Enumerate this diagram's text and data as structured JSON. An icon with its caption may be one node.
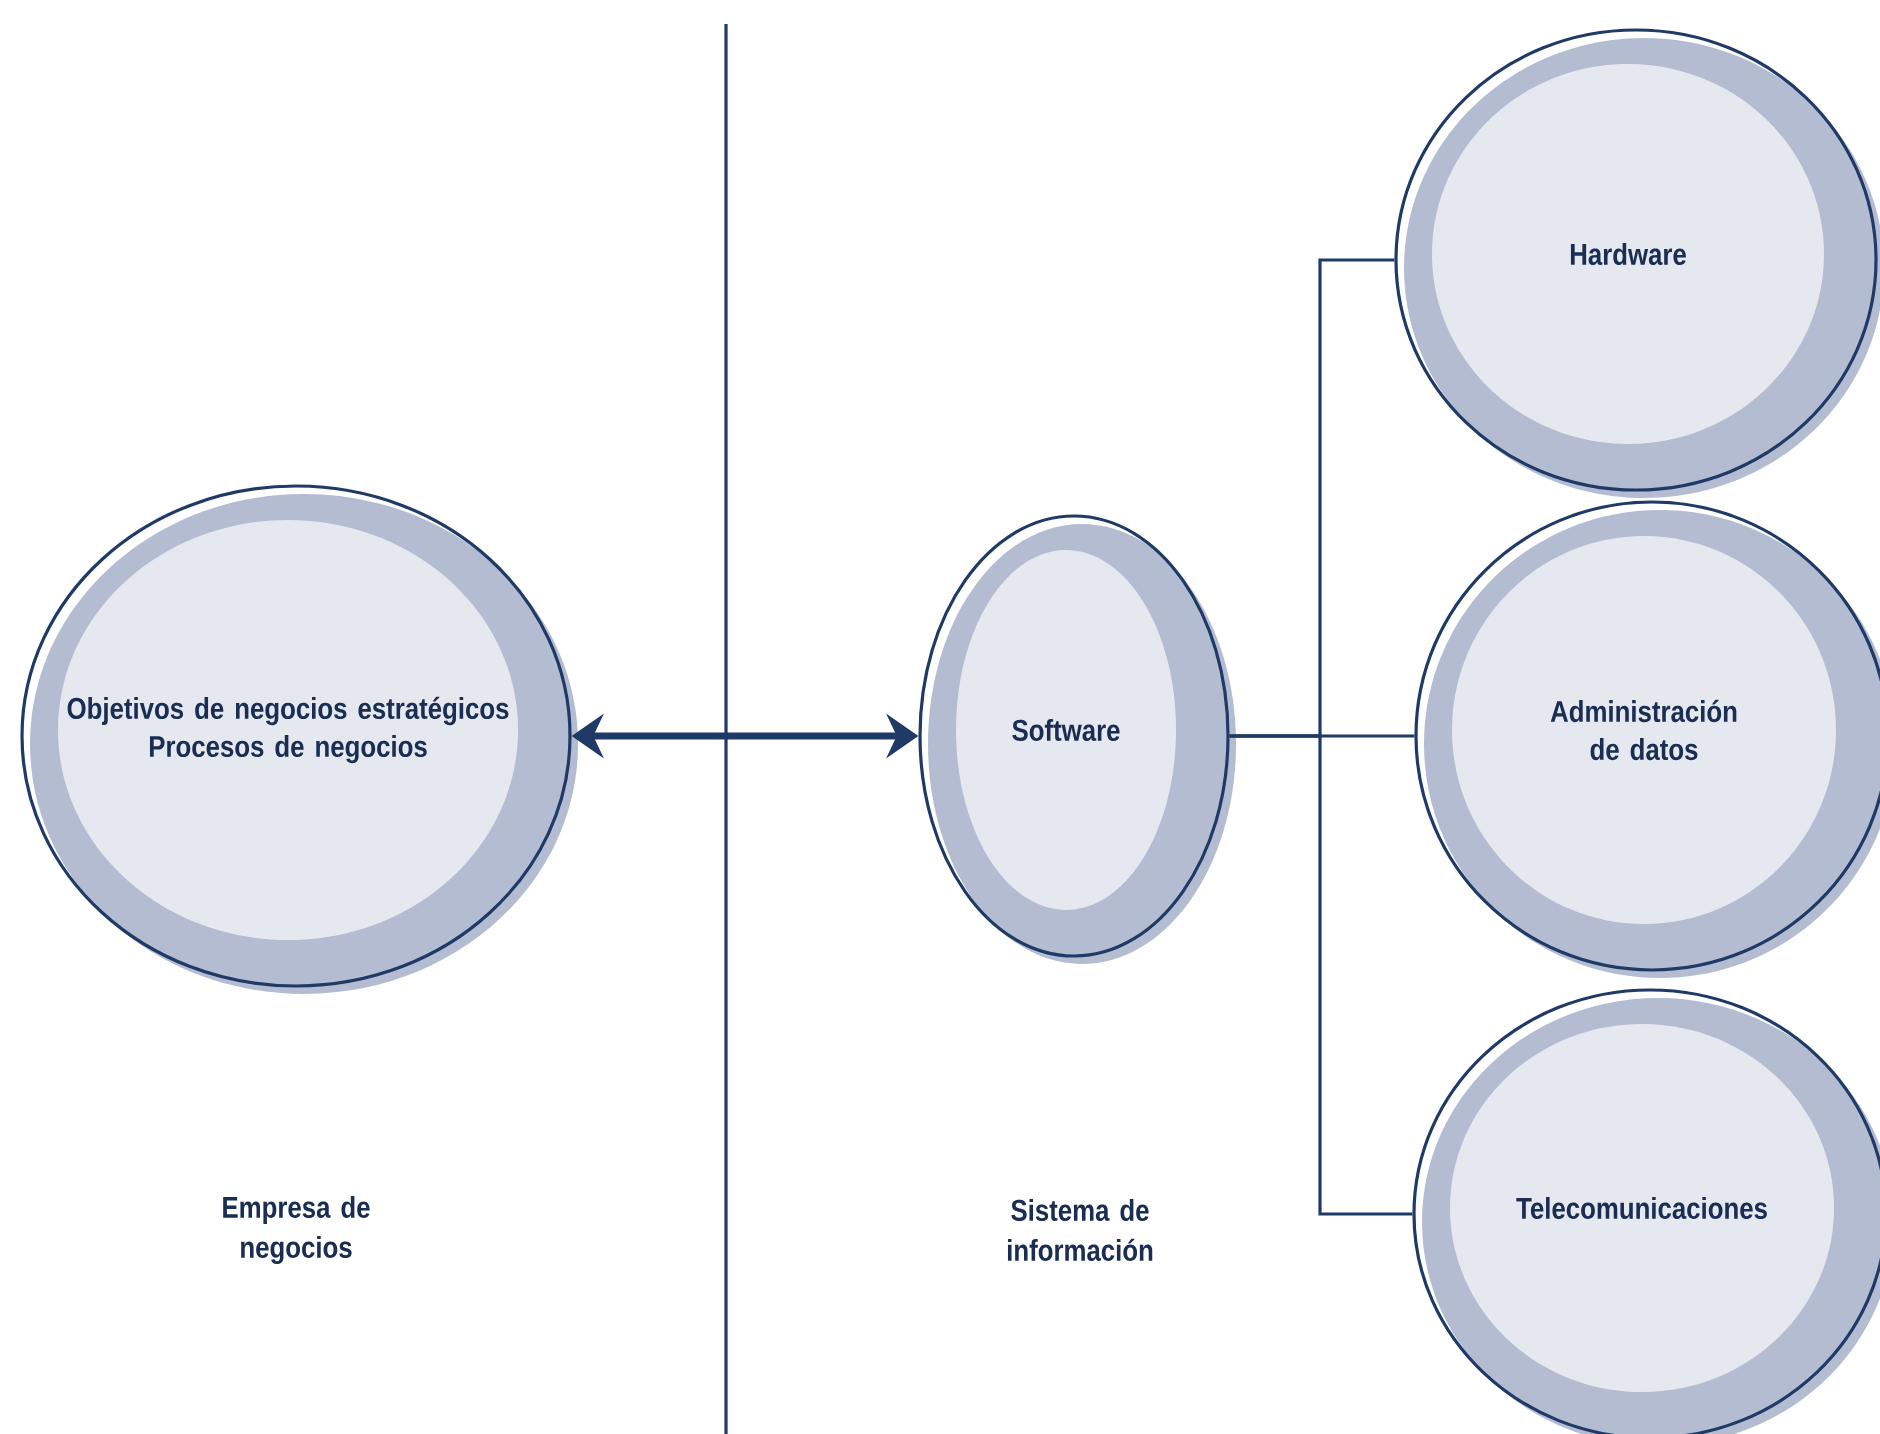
{
  "diagram": {
    "nodes": [
      {
        "text": [
          "Objetivos de negocios estratégicos",
          "Procesos de negocios"
        ]
      },
      {
        "text": [
          "Software"
        ]
      },
      {
        "text": [
          "Hardware"
        ]
      },
      {
        "text": [
          "Administración de datos"
        ]
      },
      {
        "text": [
          "Telecomunicaciones"
        ]
      }
    ],
    "edges": [
      {
        "from": 0,
        "to": 1,
        "arrow": "both",
        "style": "thick"
      },
      {
        "from": 1,
        "to": 2,
        "arrow": "none"
      },
      {
        "from": 1,
        "to": 3,
        "arrow": "none"
      },
      {
        "from": 1,
        "to": 4,
        "arrow": "none"
      }
    ],
    "labels": [
      "Empresa de negocios",
      "Sistema de información"
    ]
  }
}
